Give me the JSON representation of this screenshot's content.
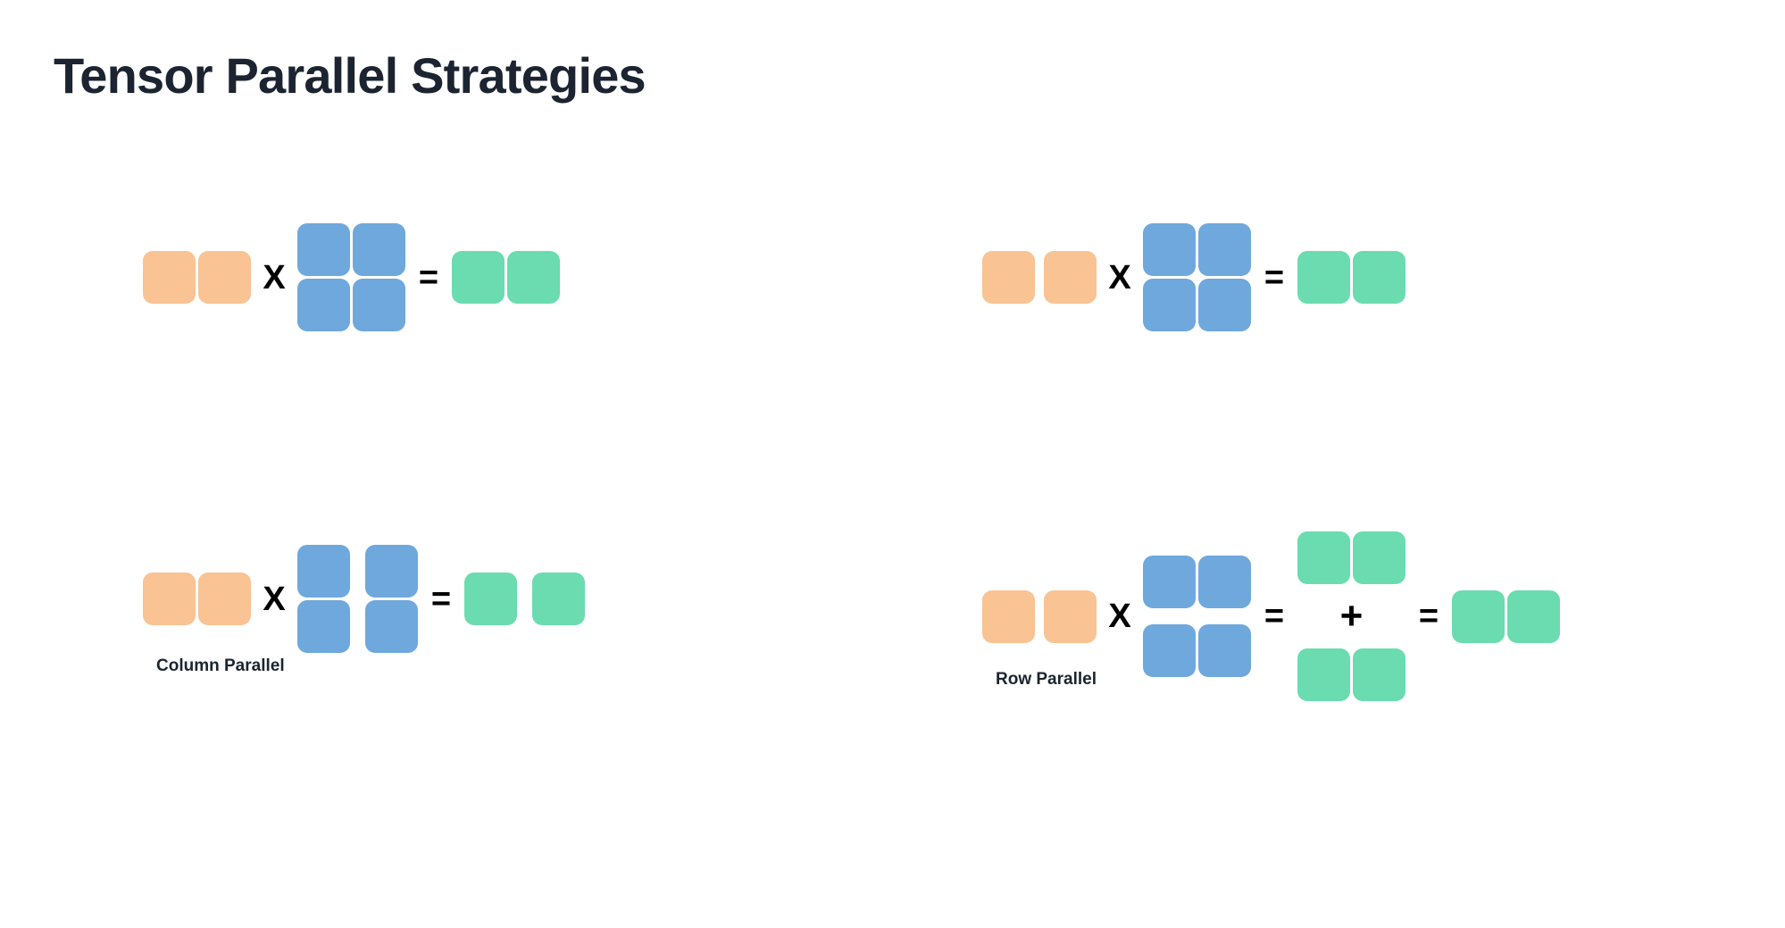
{
  "title": "Tensor Parallel Strategies",
  "colors": {
    "background": "#ffffff",
    "title_text": "#1b2430",
    "input_orange": "#f9c393",
    "weight_blue": "#6fa8dc",
    "output_green": "#6bdcaf",
    "operator_black": "#000000",
    "caption_text": "#1b2430"
  },
  "operators": {
    "multiply": "X",
    "equals": "=",
    "plus": "+"
  },
  "panels": [
    {
      "id": "column-parallel",
      "caption": "Column Parallel",
      "rows": [
        {
          "id": "baseline",
          "description": "Unsharded matrix multiplication baseline",
          "input": {
            "color": "input_orange",
            "rows": 1,
            "cols": 2,
            "split": "none"
          },
          "weight": {
            "color": "weight_blue",
            "rows": 2,
            "cols": 2,
            "split": "none"
          },
          "output": {
            "color": "output_green",
            "rows": 1,
            "cols": 2,
            "split": "none"
          }
        },
        {
          "id": "sharded",
          "description": "Weight matrix sharded along columns; output sharded along columns",
          "input": {
            "color": "input_orange",
            "rows": 1,
            "cols": 2,
            "split": "none"
          },
          "weight": {
            "color": "weight_blue",
            "rows": 2,
            "cols": 2,
            "split": "columns"
          },
          "output": {
            "color": "output_green",
            "rows": 1,
            "cols": 2,
            "split": "columns"
          }
        }
      ]
    },
    {
      "id": "row-parallel",
      "caption": "Row Parallel",
      "rows": [
        {
          "id": "baseline",
          "description": "Unsharded matrix multiplication baseline",
          "input": {
            "color": "input_orange",
            "rows": 1,
            "cols": 2,
            "split": "none"
          },
          "weight": {
            "color": "weight_blue",
            "rows": 2,
            "cols": 2,
            "split": "none"
          },
          "output": {
            "color": "output_green",
            "rows": 1,
            "cols": 2,
            "split": "none"
          }
        },
        {
          "id": "sharded",
          "description": "Weight matrix sharded along rows; partial outputs summed via all-reduce",
          "input": {
            "color": "input_orange",
            "rows": 1,
            "cols": 2,
            "split": "none"
          },
          "weight": {
            "color": "weight_blue",
            "rows": 2,
            "cols": 2,
            "split": "rows"
          },
          "partials": [
            {
              "color": "output_green",
              "rows": 1,
              "cols": 2
            },
            {
              "color": "output_green",
              "rows": 1,
              "cols": 2
            }
          ],
          "output": {
            "color": "output_green",
            "rows": 1,
            "cols": 2,
            "split": "none"
          }
        }
      ]
    }
  ]
}
